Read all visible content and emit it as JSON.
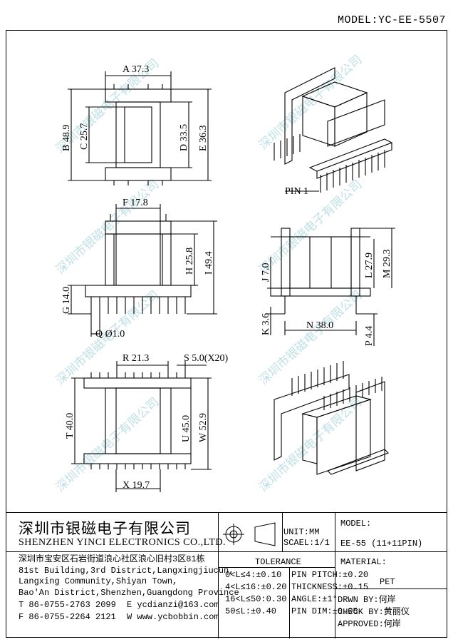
{
  "model_header": "MODEL:YC-EE-5507",
  "dimensions": {
    "A": "A 37.3",
    "B": "B 48.9",
    "C": "C 25.7",
    "D": "D 33.5",
    "E": "E 36.3",
    "F": "F 17.8",
    "G": "G 14.0",
    "H": "H 25.8",
    "I": "I 49.4",
    "J": "J 7.0",
    "K": "K 3.6",
    "L": "L 27.9",
    "M": "M 29.3",
    "N": "N 38.0",
    "P": "P 4.4",
    "Q": "Q Ø1.0",
    "R": "R 21.3",
    "S": "S 5.0(X20)",
    "T": "T 40.0",
    "U": "U 45.0",
    "W": "W 52.9",
    "X": "X 19.7"
  },
  "pin1_label": "PIN 1",
  "watermark": "深圳市银磁电子有限公司",
  "title_block": {
    "company_cn": "深圳市银磁电子有限公司",
    "company_en": "SHENZHEN YINCI ELECTRONICS CO.,LTD.",
    "address_lines": [
      "深圳市宝安区石岩街道浪心社区浪心旧村3区81栋",
      "81st Building,3rd District,Langxingjiucun,",
      "Langxing Community,Shiyan Town,",
      "Bao'An District,Shenzhen,Guangdong Province"
    ],
    "tel": "T 86-0755-2763 2099",
    "email": "E ycdianzi@163.com",
    "fax": "F 86-0755-2264 2121",
    "web": "W www.ycbobbin.com",
    "unit": "UNIT:MM",
    "scale": "SCAEL:1/1",
    "model_label": "MODEL:",
    "model_value": "EE-55 (11+11PIN)",
    "tolerance_title": "TOLERANCE",
    "tolerance_rows": [
      [
        "0<L≤4:±0.10",
        "PIN PITCH:±0.20"
      ],
      [
        "4<L≤16:±0.20",
        "THICKNESS:±0.15"
      ],
      [
        "16<L≤50:0.30",
        "ANGLE:±1°"
      ],
      [
        "50≤L:±0.40",
        "PIN DIM:±0.05"
      ]
    ],
    "material_label": "MATERIAL:",
    "material_value": "PET",
    "drwn_by": "DRWN BY:何岸",
    "check_by": "CHECK BY:黄丽仪",
    "approved": "APPROVED:何岸"
  }
}
